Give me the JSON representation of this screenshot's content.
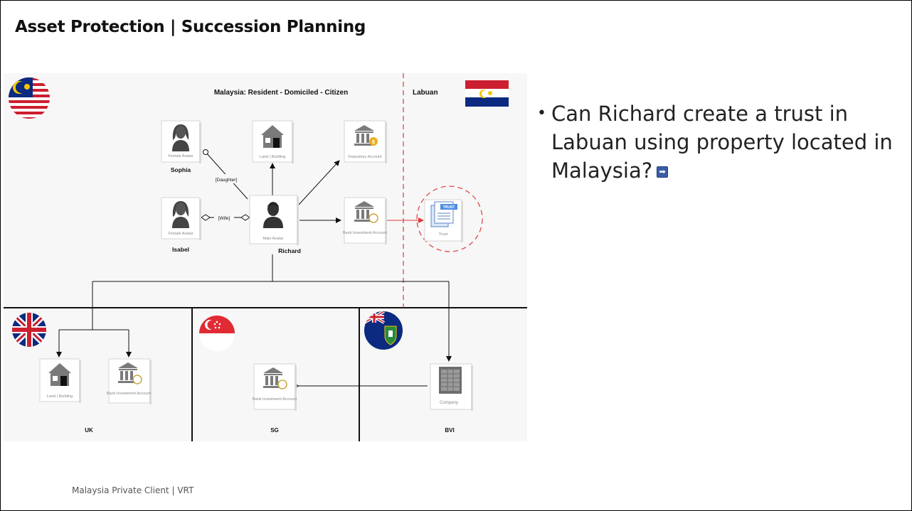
{
  "slide": {
    "title": "Asset Protection | Succession Planning",
    "bullet": "Can Richard create a trust in Labuan using property located in Malaysia?",
    "footer": "Malaysia Private Client | VRT"
  },
  "diagram": {
    "malaysia_region": "Malaysia: Resident - Domiciled - Citizen",
    "labuan_region": "Labuan",
    "people": {
      "sophia": {
        "name": "Sophia",
        "caption": "Female Avatar"
      },
      "isabel": {
        "name": "Isabel",
        "caption": "Female Avatar"
      },
      "richard": {
        "name": "Richard",
        "caption": "Male Avatar"
      }
    },
    "relations": {
      "daughter": "[Daughter]",
      "wife": "[Wife]"
    },
    "assets": {
      "my_land": "Land | Building",
      "my_depository": "Depository Account",
      "my_bank": "Bank Investment Account",
      "trust_label": "Trust",
      "trust_badge": "TRUST",
      "uk_land": "Land | Building",
      "uk_bank": "Bank Investment Account",
      "sg_bank": "Bank Investment Account",
      "bvi_company": "Company"
    },
    "jurisdictions": {
      "uk": "UK",
      "sg": "SG",
      "bvi": "BVI"
    },
    "colors": {
      "highlight": "#e03a3a",
      "line": "#111111",
      "icon": "#7a7a7a"
    }
  }
}
